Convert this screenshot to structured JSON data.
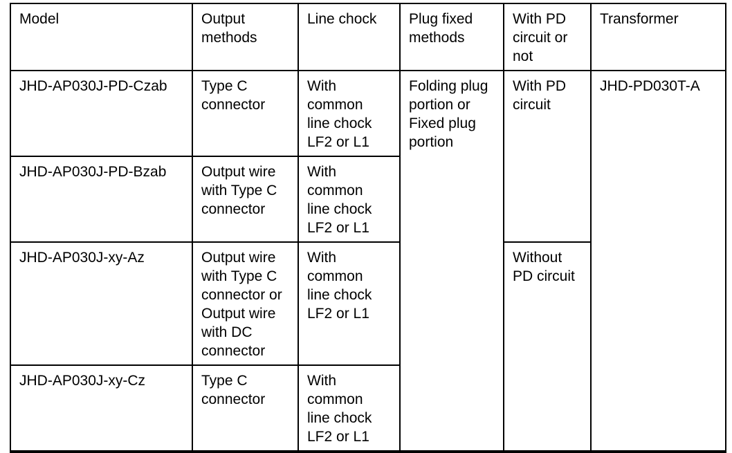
{
  "colors": {
    "background": "#ffffff",
    "border": "#000000",
    "text": "#000000"
  },
  "table": {
    "headers": {
      "model": "Model",
      "output_methods": "Output\nmethods",
      "line_chock": "Line chock",
      "plug_fixed": "Plug fixed\nmethods",
      "pd_circuit": "With PD\ncircuit or\nnot",
      "transformer": "Transformer"
    },
    "rows": [
      {
        "model": "JHD-AP030J-PD-Czab",
        "output_methods": "Type C\nconnector",
        "line_chock": "With\ncommon\nline chock\nLF2 or L1"
      },
      {
        "model": "JHD-AP030J-PD-Bzab",
        "output_methods": "Output wire\nwith Type C\nconnector",
        "line_chock": "With\ncommon\nline chock\nLF2 or L1"
      },
      {
        "model": "JHD-AP030J-xy-Az",
        "output_methods": "Output wire\nwith Type C\nconnector or\nOutput wire\nwith DC\nconnector",
        "line_chock": "With\ncommon\nline chock\nLF2 or L1"
      },
      {
        "model": "JHD-AP030J-xy-Cz",
        "output_methods": "Type C\nconnector",
        "line_chock": "With\ncommon\nline chock\nLF2 or L1"
      }
    ],
    "merged_cells": {
      "plug_fixed": "Folding plug\nportion or\nFixed plug\nportion",
      "with_pd": "With PD\ncircuit",
      "without_pd": "Without\nPD circuit",
      "transformer": "JHD-PD030T-A"
    }
  }
}
